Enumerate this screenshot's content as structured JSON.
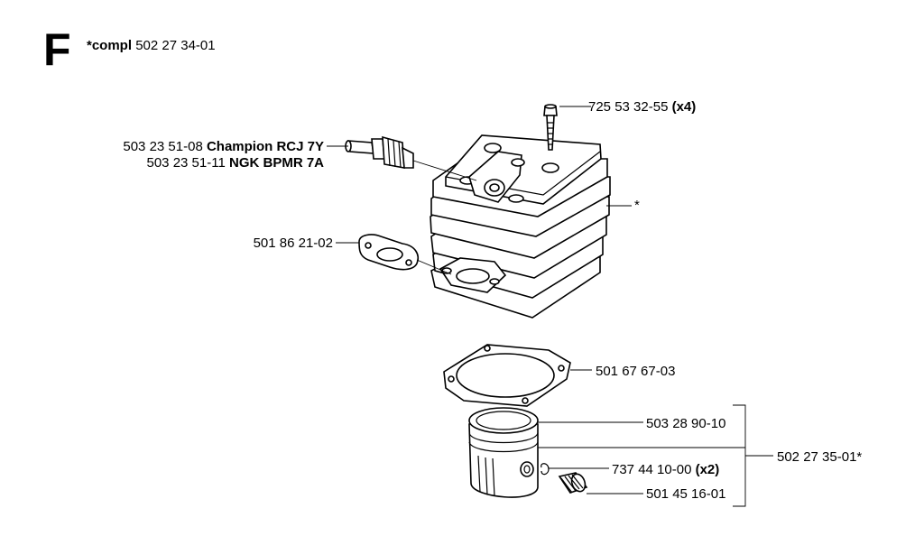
{
  "section_letter": "F",
  "compl": {
    "prefix": "*compl",
    "number": "502 27 34-01"
  },
  "callouts": {
    "screw": {
      "part": "725 53 32-55",
      "qty": "(x4)"
    },
    "spark_plug_1": {
      "part": "503 23 51-08",
      "desc": "Champion RCJ 7Y"
    },
    "spark_plug_2": {
      "part": "503 23 51-11",
      "desc": "NGK BPMR 7A"
    },
    "cylinder": {
      "mark": "*"
    },
    "exhaust_gasket": {
      "part": "501 86 21-02"
    },
    "cylinder_gasket": {
      "part": "501 67 67-03"
    },
    "piston_ring": {
      "part": "503 28 90-10"
    },
    "circlip": {
      "part": "737 44 10-00",
      "qty": "(x2)"
    },
    "needle_bearing": {
      "part": "501 45 16-01"
    },
    "piston_kit": {
      "part": "502 27 35-01*"
    }
  }
}
